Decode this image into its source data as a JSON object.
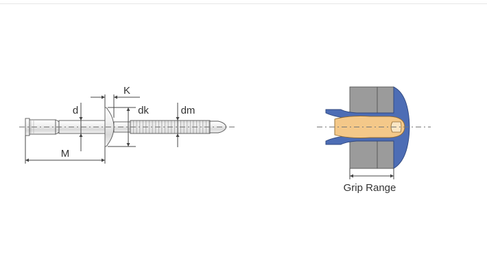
{
  "labels": {
    "k": "K",
    "d": "d",
    "dk": "dk",
    "dm": "dm",
    "m": "M",
    "grip_range": "Grip Range"
  },
  "colors": {
    "rivet_metal": "#e9e9e9",
    "plate": "#9b9b9b",
    "sleeve": "#4d6db5",
    "mandrel": "#f4c889",
    "line": "#444444"
  }
}
